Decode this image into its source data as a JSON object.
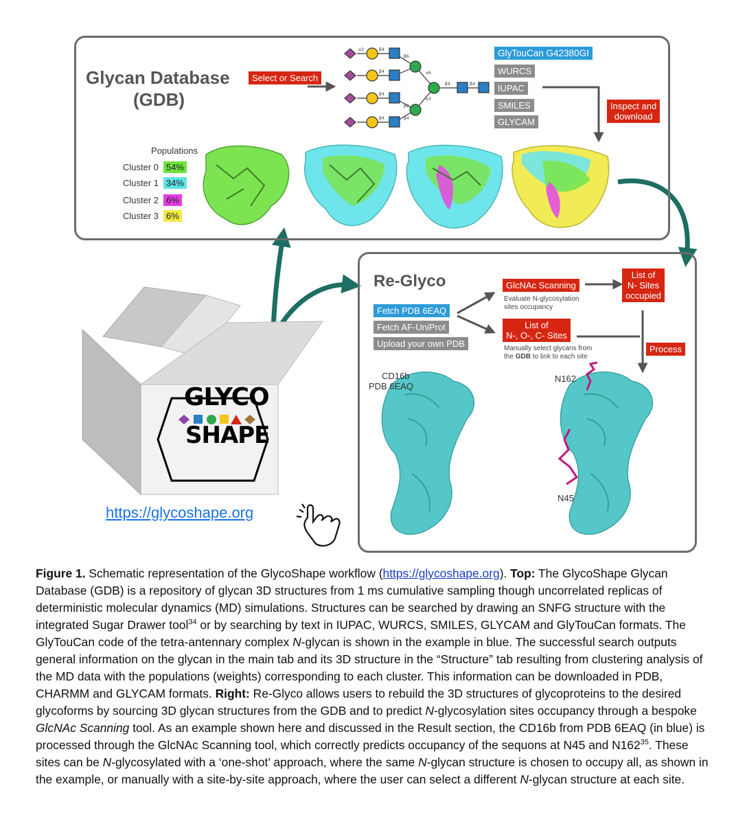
{
  "gdb_panel": {
    "title_line1": "Glycan Database",
    "title_line2": "(GDB)",
    "select_search": "Select or Search",
    "formats": [
      "GlyTouCan G42380GI",
      "WURCS",
      "IUPAC",
      "SMILES",
      "GLYCAM"
    ],
    "inspect_line1": "Inspect and",
    "inspect_line2": "download",
    "populations_title": "Populations",
    "clusters": [
      {
        "name": "Cluster 0",
        "pct": "54%",
        "color": "#6ee23e"
      },
      {
        "name": "Cluster 1",
        "pct": "34%",
        "color": "#5fe3e8"
      },
      {
        "name": "Cluster 2",
        "pct": "6%",
        "color": "#e03de0"
      },
      {
        "name": "Cluster 3",
        "pct": "6%",
        "color": "#f0ea43"
      }
    ],
    "linkage_labels": [
      "α3",
      "β4",
      "β6",
      "α6",
      "α3",
      "β4",
      "β4",
      "β4",
      "β2",
      "β4",
      "β4",
      "β4"
    ]
  },
  "reglyco_panel": {
    "title": "Re-Glyco",
    "fetch_pdb": "Fetch PDB 6EAQ",
    "fetch_af": "Fetch AF-UniProt",
    "upload": "Upload your own PDB",
    "glcnac_scanning": "GlcNAc Scanning",
    "glcnac_desc_line1": "Evaluate N-glycosylation",
    "glcnac_desc_line2": "sites occupancy",
    "list_sites_line1": "List of",
    "list_sites_line2": "N-, O-, C- Sites",
    "manual_line1": "Manually select glycans from",
    "manual_line2_pre": "the ",
    "manual_line2_bold": "GDB",
    "manual_line2_post": " to link to each site",
    "occupied_line1": "List of",
    "occupied_line2": "N- Sites",
    "occupied_line3": "occupied",
    "process": "Process",
    "protein_label_line1": "CD16b",
    "protein_label_line2": "PDB 6EAQ",
    "site_n162": "N162",
    "site_n45": "N45"
  },
  "box": {
    "logo_line1": "GLYCO",
    "logo_line2": "SHAPE",
    "url": "https://glycoshape.org"
  },
  "caption": {
    "fig_label": "Figure 1.",
    "s1": " Schematic representation of the GlycoShape workflow (",
    "link": "https://glycoshape.org",
    "s2": "). ",
    "top_label": "Top:",
    "s3": " The GlycoShape Glycan Database (GDB) is a repository of glycan 3D structures from 1 ms cumulative sampling though uncorrelated replicas of deterministic molecular dynamics (MD) simulations. Structures can be searched by drawing an SNFG structure with the integrated Sugar Drawer tool",
    "ref34": "34",
    "s4": " or by searching by text in IUPAC, WURCS, SMILES, GLYCAM and GlyTouCan formats. The GlyTouCan code of the tetra-antennary complex ",
    "n1": "N",
    "s5": "-glycan is shown in the example in blue. The successful search outputs general information on the glycan in the main tab and its 3D structure in the “Structure” tab resulting from clustering analysis of the MD data with the populations (weights) corresponding to each cluster. This information can be downloaded in PDB, CHARMM and GLYCAM formats. ",
    "right_label": "Right:",
    "s6": " Re-Glyco allows users to rebuild the 3D structures of glycoproteins to the desired glycoforms by sourcing 3D glycan structures from the GDB and to predict ",
    "n2": "N",
    "s7": "-glycosylation sites occupancy through a bespoke ",
    "tool": "GlcNAc Scanning",
    "s8": " tool. As an example shown here and discussed in the Result section, the CD16b from PDB 6EAQ (in blue) is processed through the GlcNAc Scanning tool, which correctly predicts occupancy of the sequons at N45 and N162",
    "ref35": "35",
    "s9": ". These sites can be ",
    "n3": "N",
    "s10": "-glycosylated with a ‘one-shot’ approach, where the same ",
    "n4": "N",
    "s11": "-glycan structure is chosen to occupy all, as shown in the example, or manually with a site-by-site approach, where the user can select a different ",
    "n5": "N",
    "s12": "-glycan structure at each site."
  },
  "colors": {
    "red": "#d62612",
    "grey": "#8c8c8c",
    "blue": "#2d9bd9",
    "teal": "#1d6e63",
    "protein": "#56c7c9",
    "galactose": "#f5c518",
    "glcnac": "#2b7fc4",
    "mannose": "#2fa84f",
    "sialic": "#a24d9c"
  }
}
